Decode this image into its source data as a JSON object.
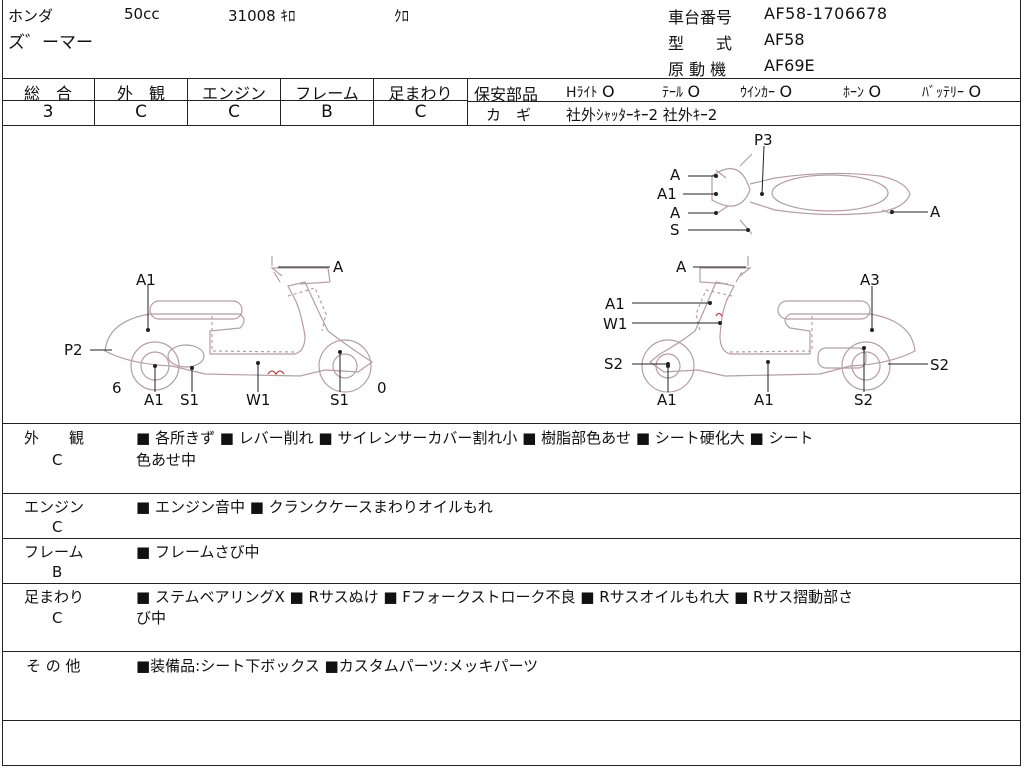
{
  "header": {
    "maker": "ホンダ",
    "displacement": "50cc",
    "mileage": "31008 ｷﾛ",
    "color": "ｸﾛ",
    "model_name": "ズ゛ーマー",
    "frame_no_label": "車台番号",
    "frame_no": "AF58-1706678",
    "type_label": "型　　式",
    "type": "AF58",
    "engine_label": "原 動 機",
    "engine": "AF69E"
  },
  "grades": [
    {
      "label": "総　合",
      "value": "3"
    },
    {
      "label": "外　観",
      "value": "C"
    },
    {
      "label": "エンジン",
      "value": "C"
    },
    {
      "label": "フレーム",
      "value": "B"
    },
    {
      "label": "足まわり",
      "value": "C"
    }
  ],
  "safety": {
    "label": "保安部品",
    "items": [
      {
        "name": "Hﾗｲﾄ",
        "status": "O"
      },
      {
        "name": "ﾃｰﾙ",
        "status": "O"
      },
      {
        "name": "ｳｲﾝｶｰ",
        "status": "O"
      },
      {
        "name": "ﾎｰﾝ",
        "status": "O"
      },
      {
        "name": "ﾊﾞｯﾃﾘｰ",
        "status": "O"
      }
    ],
    "key_label": "カ　ギ",
    "key_value": "社外ｼｬｯﾀｰｷｰ2 社外ｷｰ2"
  },
  "diagram": {
    "top": {
      "p3": "P3",
      "a_1": "A",
      "a1": "A1",
      "a_2": "A",
      "s": "S",
      "a_right": "A"
    },
    "left": {
      "a_top": "A",
      "a1_top": "A1",
      "p2": "P2",
      "six": "6",
      "a1_bottom": "A1",
      "s1_left": "S1",
      "w1": "W1",
      "s1_right": "S1",
      "zero": "0"
    },
    "right": {
      "a_top": "A",
      "a3": "A3",
      "a1_mid": "A1",
      "w1": "W1",
      "s2_left": "S2",
      "s2_right": "S2",
      "a1_bottom_left": "A1",
      "a1_bottom_mid": "A1",
      "s2_bottom": "S2"
    }
  },
  "details": [
    {
      "label": "外　　観",
      "grade": "C",
      "lines": [
        "■ 各所きず ■ レバー削れ ■ サイレンサーカバー割れ小 ■ 樹脂部色あせ ■ シート硬化大 ■ シート",
        "色あせ中"
      ]
    },
    {
      "label": "エンジン",
      "grade": "C",
      "lines": [
        "■ エンジン音中 ■ クランクケースまわりオイルもれ"
      ]
    },
    {
      "label": "フレーム",
      "grade": "B",
      "lines": [
        "■ フレームさび中"
      ]
    },
    {
      "label": "足まわり",
      "grade": "C",
      "lines": [
        "■ ステムベアリングX ■ Rサスぬけ ■ Fフォークストローク不良 ■ Rサスオイルもれ大 ■ Rサス摺動部さ",
        "び中"
      ]
    },
    {
      "label": "そ の 他",
      "grade": "",
      "lines": [
        "■装備品:シート下ボックス ■カスタムパーツ:メッキパーツ"
      ]
    }
  ]
}
